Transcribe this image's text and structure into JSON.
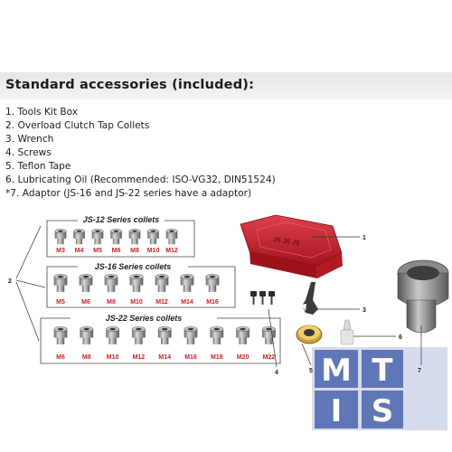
{
  "header": {
    "title": "Standard accessories (included):"
  },
  "accessories": [
    "1. Tools Kit Box",
    "2. Overload Clutch Tap Collets",
    "3. Wrench",
    "4. Screws",
    "5. Teflon Tape",
    "6. Lubricating Oil (Recommended: ISO-VG32, DIN51524)",
    "*7. Adaptor (JS-16 and JS-22 series have a adaptor)"
  ],
  "figure": {
    "groups": [
      {
        "title": "JS-12 Series collets",
        "sizes": [
          "M3",
          "M4",
          "M5",
          "M6",
          "M8",
          "M10",
          "M12"
        ]
      },
      {
        "title": "JS-16 Series collets",
        "sizes": [
          "M5",
          "M6",
          "M8",
          "M10",
          "M12",
          "M14",
          "M16"
        ]
      },
      {
        "title": "JS-22 Series collets",
        "sizes": [
          "M6",
          "M8",
          "M10",
          "M12",
          "M14",
          "M16",
          "M18",
          "M20",
          "M22"
        ]
      }
    ],
    "case_label": "JS JS JS",
    "callouts": [
      "1",
      "2",
      "3",
      "4",
      "5",
      "6",
      "7"
    ]
  },
  "watermark": {
    "letters": [
      "M",
      "T",
      "I",
      "S"
    ]
  },
  "colors": {
    "case": "#c8232e",
    "size_label": "#d11d1d",
    "watermark": "#1f3f99"
  }
}
